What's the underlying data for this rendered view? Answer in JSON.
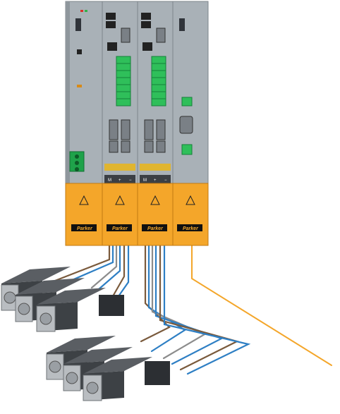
{
  "brand": "Parker",
  "terminal_labels": [
    "M",
    "+",
    "−"
  ],
  "colors": {
    "housing": "#a9b1b7",
    "housing_dark": "#8f979d",
    "orange": "#f4a62a",
    "orange_dark": "#d98a16",
    "terminal_green": "#1fa24a",
    "cable_blue": "#2e7fc4",
    "cable_brown": "#7a5a3c",
    "cable_grey": "#8c8c8c",
    "motor_body": "#4a4e52",
    "motor_flange": "#b9bdc1"
  },
  "icons": [
    "warning-triangle-icon",
    "parker-logo"
  ]
}
